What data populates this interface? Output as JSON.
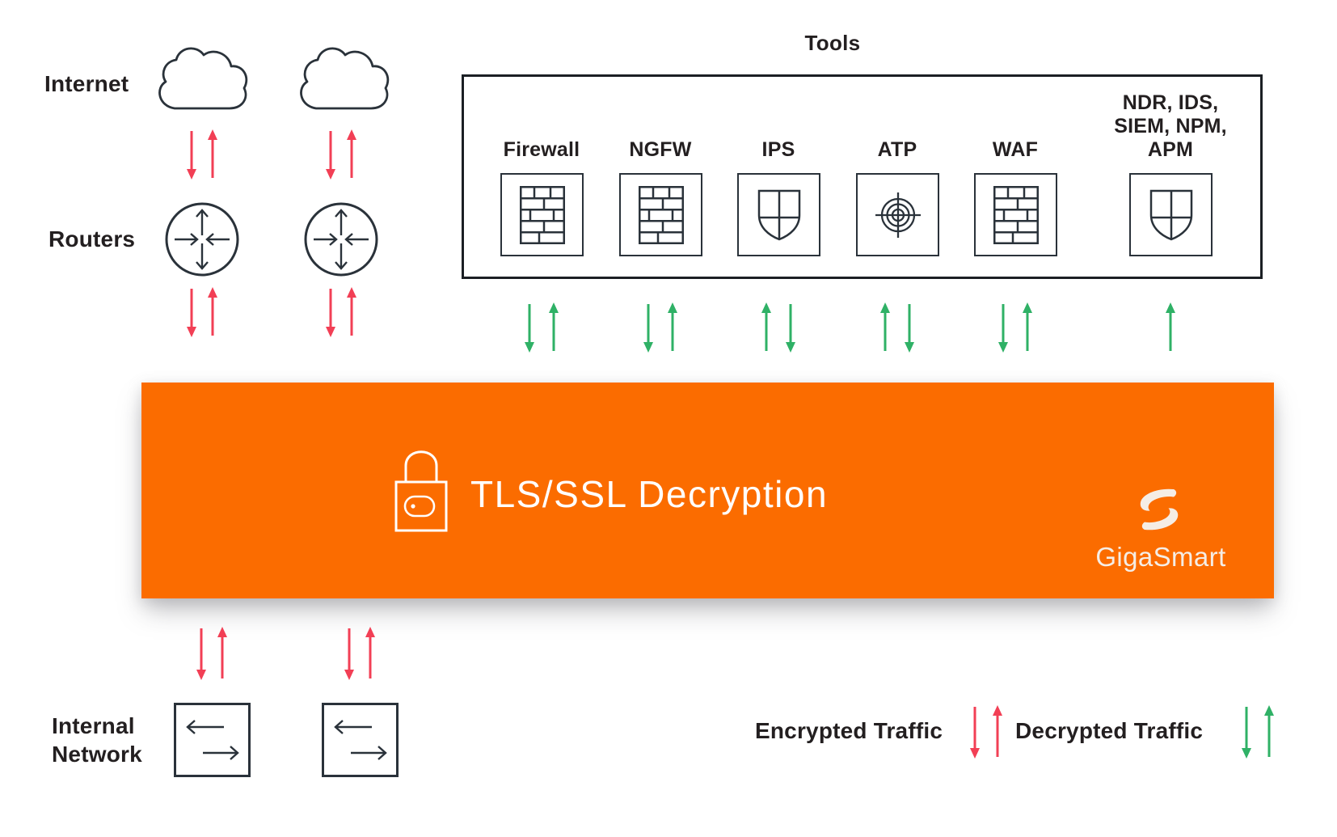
{
  "colors": {
    "orange": "#FB6C00",
    "red": "#F23F55",
    "green": "#2FB166",
    "ink": "#231F20",
    "icon_stroke": "#2A323A",
    "box_border": "#1B1F24",
    "cream": "#F5EDE5"
  },
  "labels": {
    "internet": "Internet",
    "routers": "Routers",
    "internal_network": "Internal Network"
  },
  "tools": {
    "title": "Tools",
    "items": [
      {
        "label": "Firewall",
        "icon": "brick-wall",
        "traffic_arrows": "down-up"
      },
      {
        "label": "NGFW",
        "icon": "brick-wall",
        "traffic_arrows": "down-up"
      },
      {
        "label": "IPS",
        "icon": "shield-cross",
        "traffic_arrows": "up-down"
      },
      {
        "label": "ATP",
        "icon": "target",
        "traffic_arrows": "up-down"
      },
      {
        "label": "WAF",
        "icon": "brick-wall",
        "traffic_arrows": "down-up"
      },
      {
        "label": "NDR, IDS, SIEM, NPM, APM",
        "icon": "shield-cross",
        "traffic_arrows": "up"
      }
    ]
  },
  "decryption_bar": {
    "title": "TLS/SSL Decryption",
    "brand": "GigaSmart"
  },
  "legend": {
    "encrypted": "Encrypted Traffic",
    "decrypted": "Decrypted Traffic"
  }
}
